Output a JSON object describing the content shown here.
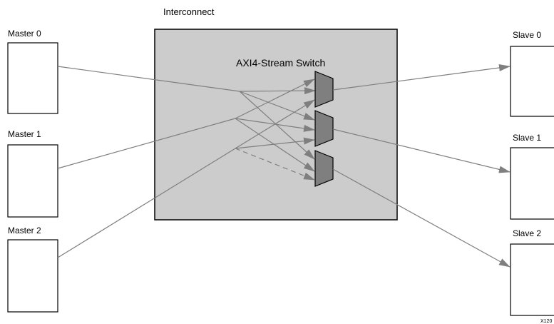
{
  "interconnect": {
    "label": "Interconnect"
  },
  "switch": {
    "label": "AXI4-Stream Switch"
  },
  "masters": [
    {
      "label": "Master 0"
    },
    {
      "label": "Master 1"
    },
    {
      "label": "Master 2"
    }
  ],
  "slaves": [
    {
      "label": "Slave 0"
    },
    {
      "label": "Slave 1"
    },
    {
      "label": "Slave 2"
    }
  ],
  "figure_id": "X120",
  "colors": {
    "interconnect_fill": "#cccccc",
    "mux_fill": "#7f7f7f",
    "arrow": "#7f7f7f",
    "outline": "#000000"
  }
}
